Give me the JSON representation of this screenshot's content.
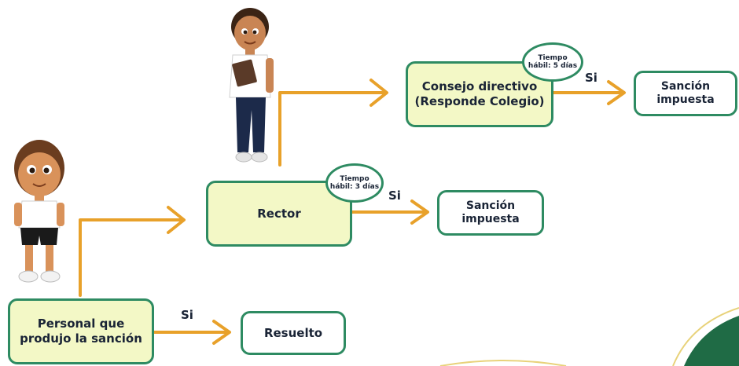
{
  "nodes": {
    "personal": "Personal que\nproduj​o la sanción",
    "resuelto": "Resuelto",
    "rector": "Rector",
    "sancion_1": "Sanción\nimpuesta",
    "consejo": "Consejo directivo\n(Responde Colegio)",
    "sancion_2": "Sanción\nimpuesta"
  },
  "bubbles": {
    "rector_time": "Tiempo\nhábil: 3 días",
    "consejo_time": "Tiempo\nhábil: 5 días"
  },
  "edge_labels": {
    "si_1": "Si",
    "si_2": "Si",
    "si_3": "Si"
  },
  "colors": {
    "arrow": "#e8a12a",
    "border": "#2e8b62",
    "green_fill": "#f3f8c6",
    "text": "#1a2436"
  }
}
